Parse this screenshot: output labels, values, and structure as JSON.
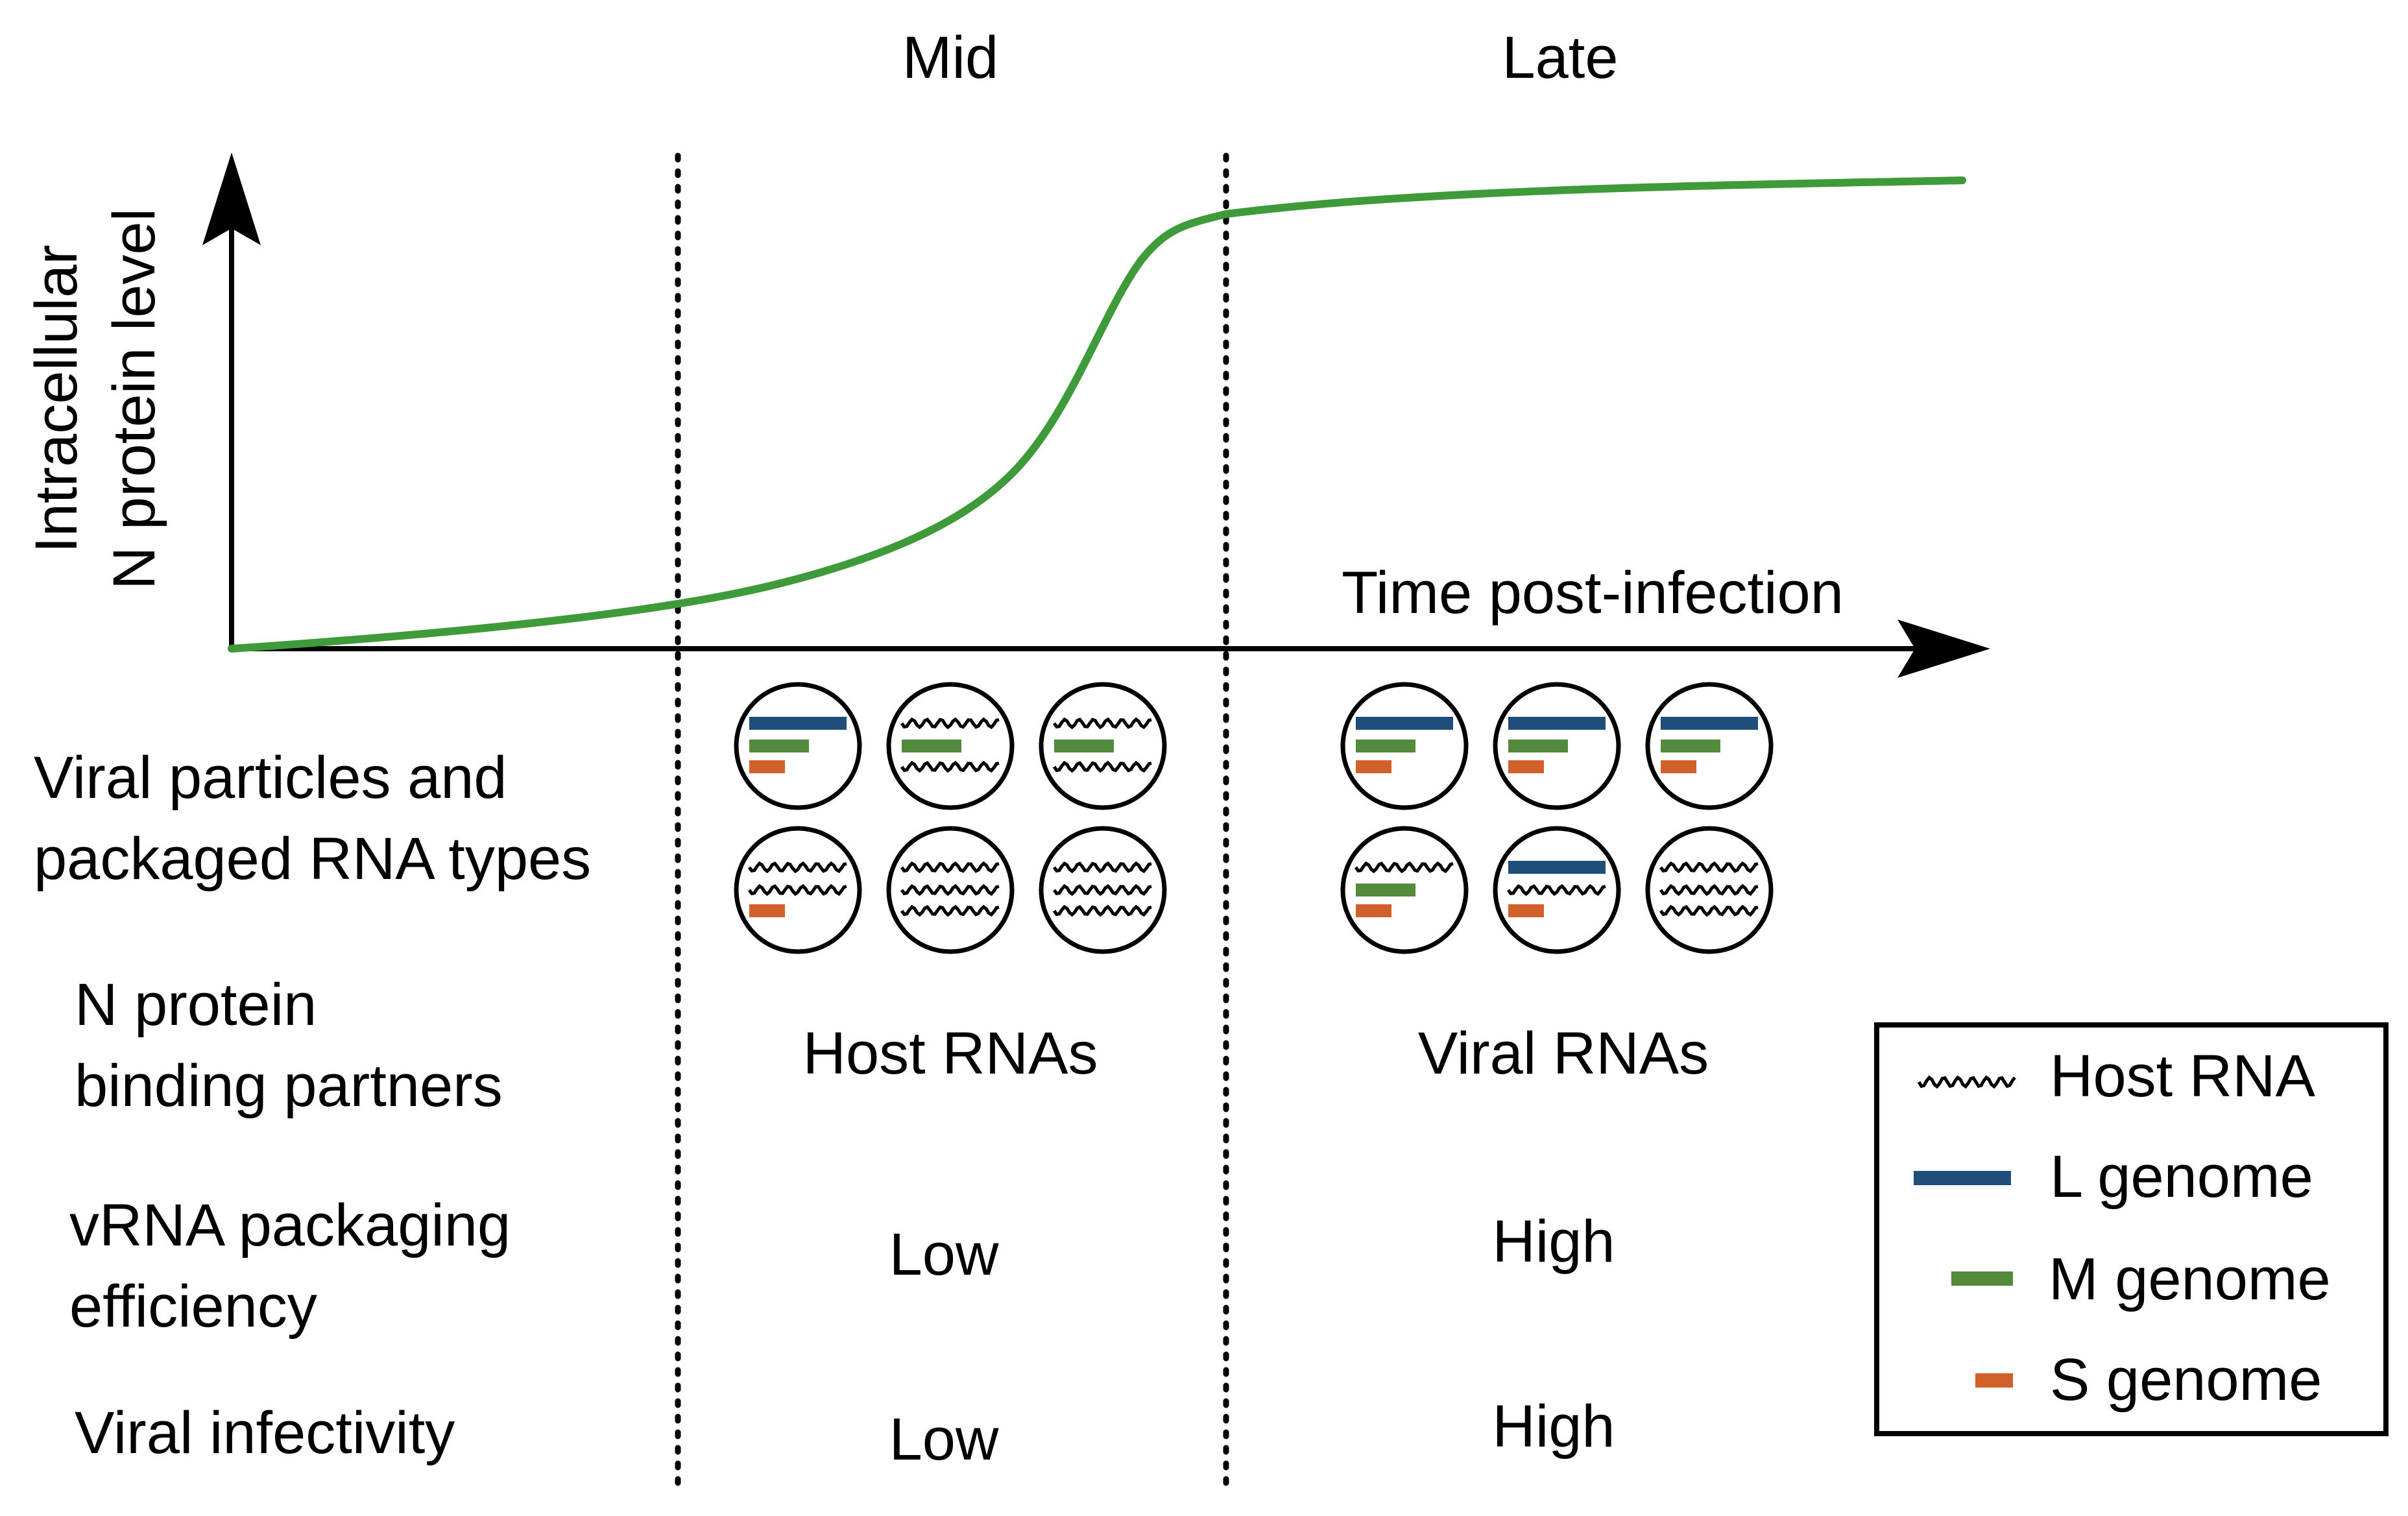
{
  "phases": {
    "mid": "Mid",
    "late": "Late"
  },
  "axes": {
    "y_line1": "Intracellular",
    "y_line2": "N protein level",
    "x": "Time post-infection"
  },
  "rows": {
    "particles": {
      "line1": "Viral particles and",
      "line2": "packaged RNA types"
    },
    "binding": {
      "line1": "N protein",
      "line2": "binding partners",
      "mid": "Host RNAs",
      "late": "Viral RNAs"
    },
    "packaging": {
      "line1": "vRNA packaging",
      "line2": "efficiency",
      "mid": "Low",
      "late": "High"
    },
    "infectivity": {
      "line1": "Viral infectivity",
      "mid": "Low",
      "late": "High"
    }
  },
  "legend": {
    "host": "Host RNA",
    "l": "L genome",
    "m": "M genome",
    "s": "S genome"
  },
  "colors": {
    "curve": "#3f9a3a",
    "l_genome": "#1f4e7a",
    "m_genome": "#548a3c",
    "s_genome": "#d2602b",
    "host_rna": "#000000"
  },
  "particles": {
    "mid": [
      {
        "content": [
          "L",
          "M",
          "S"
        ]
      },
      {
        "content": [
          "host",
          "M",
          "host"
        ]
      },
      {
        "content": [
          "host",
          "M",
          "host"
        ]
      },
      {
        "content": [
          "host",
          "host",
          "S"
        ]
      },
      {
        "content": [
          "host",
          "host",
          "host"
        ]
      },
      {
        "content": [
          "host",
          "host",
          "host"
        ]
      }
    ],
    "late": [
      {
        "content": [
          "L",
          "M",
          "S"
        ]
      },
      {
        "content": [
          "L",
          "M",
          "S"
        ]
      },
      {
        "content": [
          "L",
          "M",
          "S"
        ]
      },
      {
        "content": [
          "host",
          "M",
          "S"
        ]
      },
      {
        "content": [
          "L",
          "host",
          "S"
        ]
      },
      {
        "content": [
          "host",
          "host",
          "host"
        ]
      }
    ]
  }
}
